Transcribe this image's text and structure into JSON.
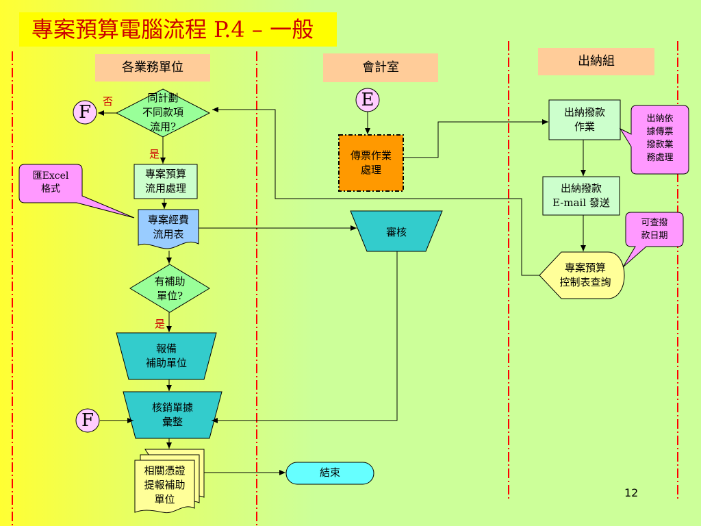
{
  "title": "專案預算電腦流程 P.4 – 一般",
  "lanes": {
    "business": "各業務單位",
    "accounting": "會計室",
    "cashier": "出納組"
  },
  "nodes": {
    "decision_plan": "同計劃\n不同款項\n流用?",
    "process_budget": "專案預算\n流用處理",
    "doc_expense": "專案經費\n流用表",
    "decision_subsidy": "有補助\n單位?",
    "manual_report": "報備\n補助單位",
    "manual_writeoff": "核銷單據\n彙整",
    "docs_proof": "相關憑證\n提報補助\n單位",
    "terminal_end": "結束",
    "process_voucher": "傳票作業\n處理",
    "manual_review": "審核",
    "process_payment": "出納撥款\n作業",
    "process_email": "出納撥款\nE-mail 發送",
    "display_query": "專案預算\n控制表查詢"
  },
  "connectors": {
    "f_top": "F",
    "f_bottom": "F",
    "e_top": "E"
  },
  "edge_labels": {
    "no": "否",
    "yes1": "是",
    "yes2": "是"
  },
  "callouts": {
    "excel": "匯Excel\n格式",
    "cashier_note": "出納依\n據傳票\n撥款業\n務處理",
    "query_note": "可查撥\n款日期"
  },
  "page_number": "12",
  "colors": {
    "title_text": "#cc0000",
    "title_bg": "#ffff00",
    "lane_header": "#ffcc99",
    "decision": "#99ff99",
    "process": "#ccffcc",
    "document": "#99ccff",
    "manual": "#33cccc",
    "voucher": "#ff9900",
    "callout": "#ff99ff",
    "display": "#ffff99",
    "terminal": "#66ffff",
    "connector": "#ffccff",
    "divider": "#ff0000"
  }
}
